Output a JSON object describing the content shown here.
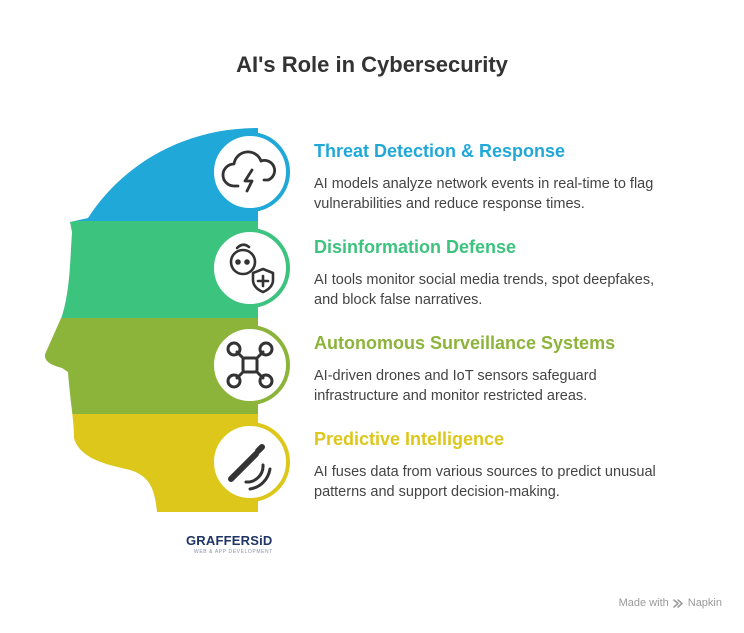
{
  "title": "AI's Role in Cybersecurity",
  "colors": {
    "blue": "#1fa8d8",
    "green": "#3cc37e",
    "olive": "#8db43a",
    "yellow": "#dcc71a"
  },
  "items": [
    {
      "title": "Threat Detection & Response",
      "description_lines": [
        "AI models analyze network events in real-time to flag",
        "vulnerabilities and reduce response times."
      ],
      "color": "#1fa8d8",
      "icon": "cloud-lightning-icon"
    },
    {
      "title": "Disinformation Defense",
      "description_lines": [
        "AI tools monitor social media trends, spot deepfakes,",
        "and block false narratives."
      ],
      "color": "#3cc37e",
      "icon": "person-shield-icon"
    },
    {
      "title": "Autonomous Surveillance Systems",
      "description_lines": [
        "AI-driven drones and IoT sensors safeguard",
        "infrastructure and monitor restricted areas."
      ],
      "color": "#8db43a",
      "icon": "drone-icon"
    },
    {
      "title": "Predictive Intelligence",
      "description_lines": [
        "AI fuses data from various sources to predict unusual",
        "patterns and support decision-making."
      ],
      "color": "#dcc71a",
      "icon": "satellite-dish-icon"
    }
  ],
  "brand": {
    "name": "GRAFFERSiD",
    "tagline": "WEB & APP DEVELOPMENT"
  },
  "footer": {
    "made_with": "Made with",
    "tool": "Napkin"
  }
}
